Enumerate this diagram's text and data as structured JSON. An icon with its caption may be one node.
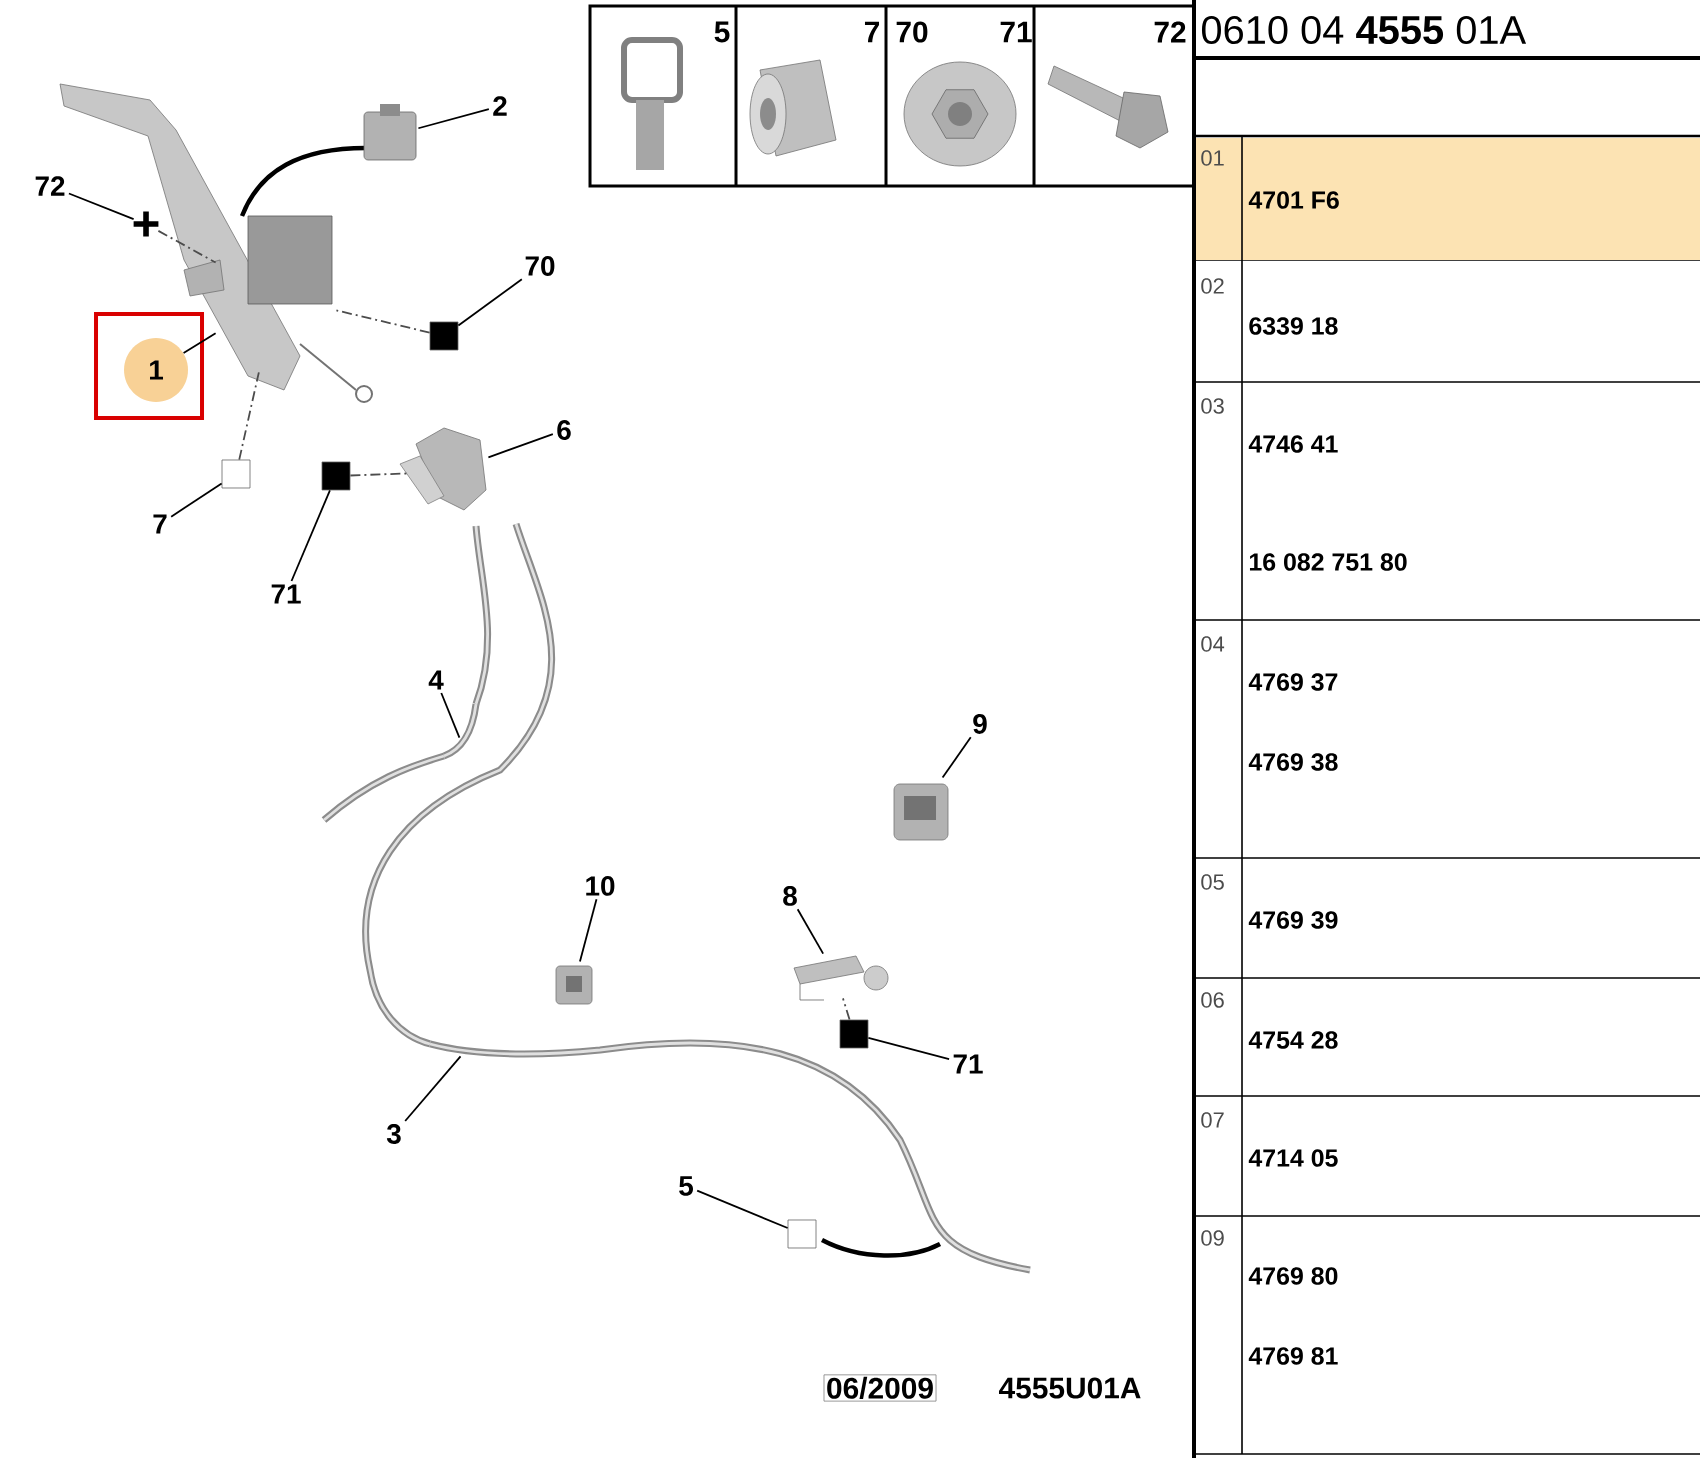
{
  "diagram": {
    "nodes": [
      {
        "text": [
          "2"
        ]
      },
      {
        "text": [],
        "shape": "picture"
      },
      {
        "text": [
          "72"
        ]
      },
      {
        "text": [],
        "shape": "cross"
      },
      {
        "text": [
          "70"
        ]
      },
      {
        "text": [],
        "shape": "box"
      },
      {
        "text": [
          "1"
        ]
      },
      {
        "text": [],
        "shape": "picture"
      },
      {
        "text": [
          "6"
        ]
      },
      {
        "text": [],
        "shape": "picture"
      },
      {
        "text": [
          "7"
        ]
      },
      {
        "text": [],
        "shape": "box"
      },
      {
        "text": [
          "71"
        ]
      },
      {
        "text": [],
        "shape": "box"
      },
      {
        "text": [
          "4"
        ]
      },
      {
        "text": [],
        "shape": "picture"
      },
      {
        "text": [
          "9"
        ]
      },
      {
        "text": [],
        "shape": "picture"
      },
      {
        "text": [
          "10"
        ]
      },
      {
        "text": [],
        "shape": "picture"
      },
      {
        "text": [
          "8"
        ]
      },
      {
        "text": [],
        "shape": "picture"
      },
      {
        "text": [
          "71"
        ]
      },
      {
        "text": [],
        "shape": "box"
      },
      {
        "text": [
          "3"
        ]
      },
      {
        "text": [],
        "shape": "picture"
      },
      {
        "text": [
          "5"
        ]
      },
      {
        "text": [],
        "shape": "box"
      }
    ],
    "edges": [
      {
        "from": 0,
        "to": 1,
        "arrow": "none"
      },
      {
        "from": 2,
        "to": 3,
        "arrow": "none"
      },
      {
        "from": 4,
        "to": 5,
        "arrow": "none"
      },
      {
        "from": 6,
        "to": 7,
        "arrow": "none"
      },
      {
        "from": 8,
        "to": 9,
        "arrow": "none"
      },
      {
        "from": 10,
        "to": 11,
        "arrow": "none"
      },
      {
        "from": 12,
        "to": 13,
        "arrow": "none"
      },
      {
        "from": 14,
        "to": 15,
        "arrow": "none"
      },
      {
        "from": 16,
        "to": 17,
        "arrow": "none"
      },
      {
        "from": 18,
        "to": 19,
        "arrow": "none"
      },
      {
        "from": 20,
        "to": 21,
        "arrow": "none"
      },
      {
        "from": 22,
        "to": 23,
        "arrow": "none"
      },
      {
        "from": 24,
        "to": 25,
        "arrow": "none"
      },
      {
        "from": 26,
        "to": 27,
        "arrow": "none"
      },
      {
        "from": 3,
        "to": 7,
        "arrow": "none",
        "style": "dashed"
      },
      {
        "from": 5,
        "to": 7,
        "arrow": "none",
        "style": "dashed"
      },
      {
        "from": 11,
        "to": 7,
        "arrow": "none",
        "style": "dashed"
      },
      {
        "from": 13,
        "to": 9,
        "arrow": "none",
        "style": "dashed"
      },
      {
        "from": 23,
        "to": 21,
        "arrow": "none",
        "style": "dashed"
      }
    ],
    "labels": [
      "5",
      "7",
      "70",
      "71",
      "72",
      "0610 04 **4555** 01A",
      "01",
      "4701 F6",
      "02",
      "6339 18",
      "03",
      "4746 41",
      "16 082 751 80",
      "04",
      "4769 37",
      "4769 38",
      "05",
      "4769 39",
      "06",
      "4754 28",
      "07",
      "4714 05",
      "09",
      "4769 80",
      "4769 81",
      "06/2009",
      "4555U01A"
    ]
  }
}
